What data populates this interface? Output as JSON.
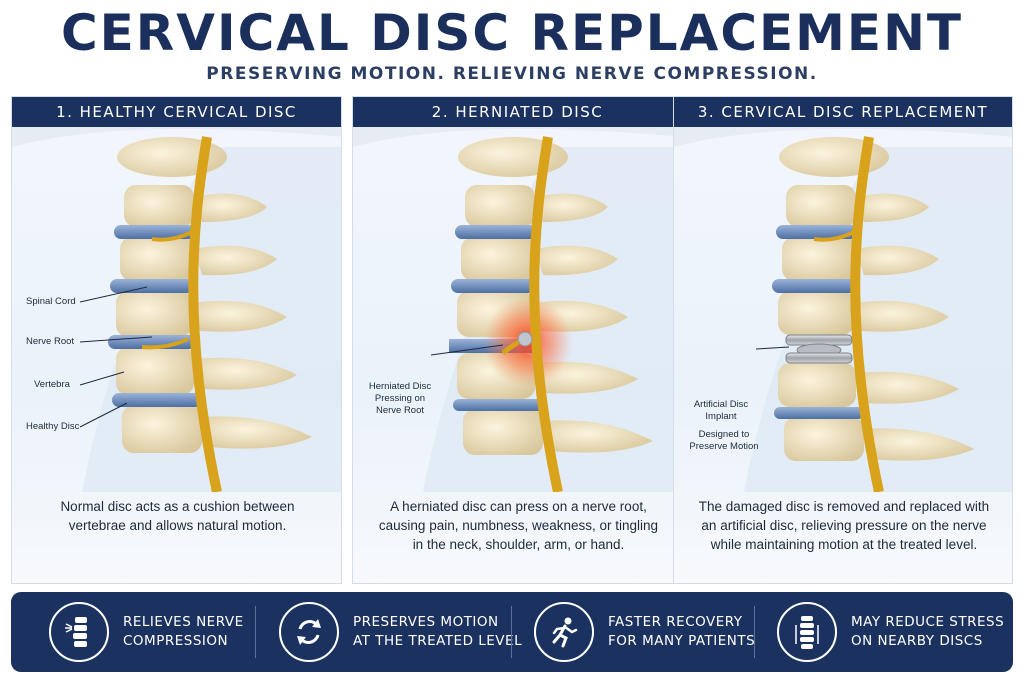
{
  "title": "CERVICAL DISC REPLACEMENT",
  "subtitle": "PRESERVING MOTION. RELIEVING NERVE COMPRESSION.",
  "panels": [
    {
      "header": "1. HEALTHY CERVICAL DISC",
      "labels": [
        "Spinal Cord",
        "Nerve Root",
        "Vertebra",
        "Healthy Disc"
      ],
      "caption": "Normal disc acts as a cushion between vertebrae and allows natural motion."
    },
    {
      "header": "2. HERNIATED DISC",
      "labels": [
        "Herniated Disc Pressing on Nerve Root"
      ],
      "caption": "A herniated disc can press on a nerve root, causing pain, numbness, weakness, or tingling in the neck, shoulder, arm, or hand."
    },
    {
      "header": "3. CERVICAL DISC REPLACEMENT",
      "labels": [
        "Artificial Disc Implant",
        "Designed to Preserve Motion"
      ],
      "caption": "The damaged disc is removed and replaced with an artificial disc, relieving pressure on the nerve while maintaining motion at the treated level."
    }
  ],
  "benefits": [
    {
      "line1": "RELIEVES NERVE",
      "line2": "COMPRESSION",
      "icon": "spine-nerve-icon"
    },
    {
      "line1": "PRESERVES MOTION",
      "line2": "AT THE TREATED LEVEL",
      "icon": "cycle-arrows-icon"
    },
    {
      "line1": "FASTER RECOVERY",
      "line2": "FOR MANY PATIENTS",
      "icon": "running-person-icon"
    },
    {
      "line1": "MAY REDUCE STRESS",
      "line2": "ON NEARBY DISCS",
      "icon": "spine-column-icon"
    }
  ],
  "colors": {
    "navy": "#1b3260",
    "bone": "#efe3c4",
    "disc": "#6f8fc0",
    "nerve": "#d9a21b",
    "inflammation": "#e0452b",
    "implant": "#a9adb3"
  }
}
